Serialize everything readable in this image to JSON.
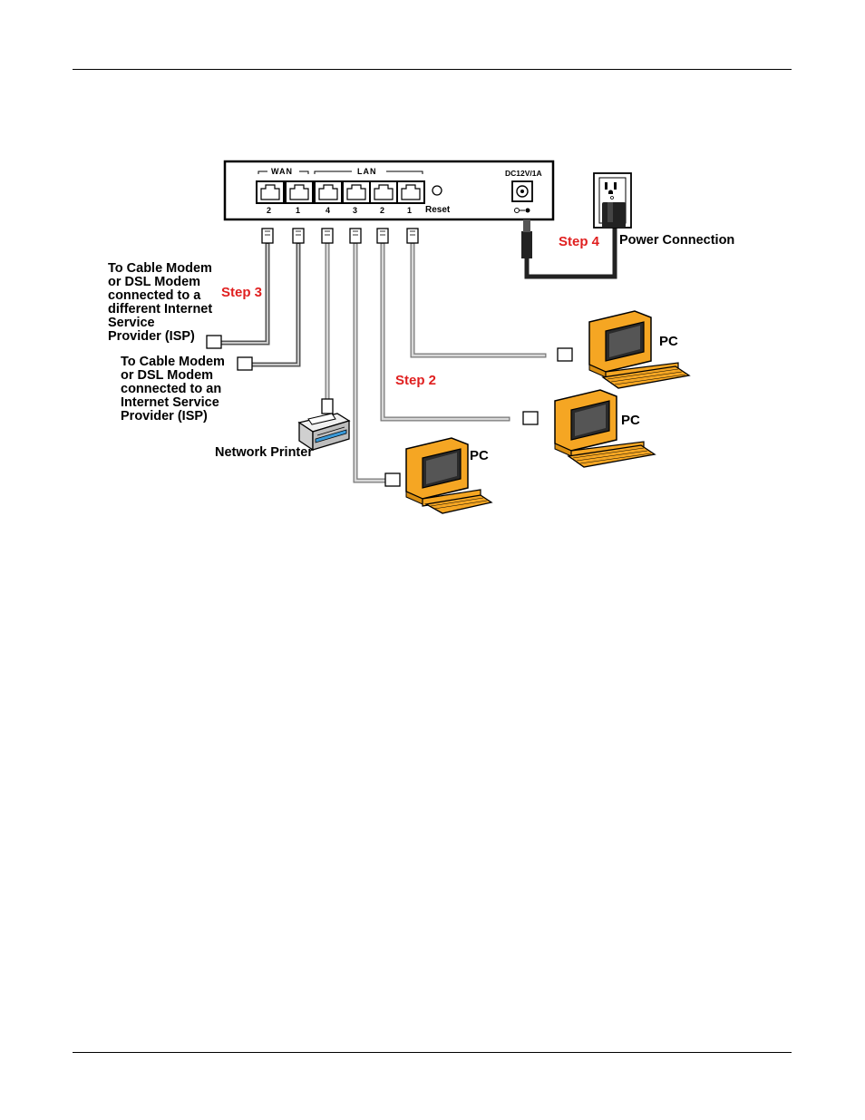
{
  "colors": {
    "accent_red": "#e02020",
    "pc_orange": "#f5a623",
    "cable_gray": "#b0b0b0",
    "power_cable": "#333333"
  },
  "router": {
    "wan_label": "WAN",
    "lan_label": "LAN",
    "wan_ports": [
      "2",
      "1"
    ],
    "lan_ports": [
      "4",
      "3",
      "2",
      "1"
    ],
    "reset_label": "Reset",
    "power_label": "DC12V/1A"
  },
  "labels": {
    "step2": "Step 2",
    "step3": "Step 3",
    "step4": "Step 4",
    "power_connection": "Power Connection",
    "isp_different": [
      "To Cable Modem",
      "or DSL Modem",
      "connected to a",
      "different Internet",
      "Service",
      "Provider (ISP)"
    ],
    "isp_same": [
      "To Cable Modem",
      "or DSL Modem",
      "connected to an",
      "Internet Service",
      "Provider (ISP)"
    ],
    "network_printer": "Network Printer",
    "pc": "PC"
  },
  "icons": [
    "outlet-icon",
    "power-adapter-icon",
    "printer-icon",
    "pc-icon",
    "rj45-plug-icon"
  ]
}
